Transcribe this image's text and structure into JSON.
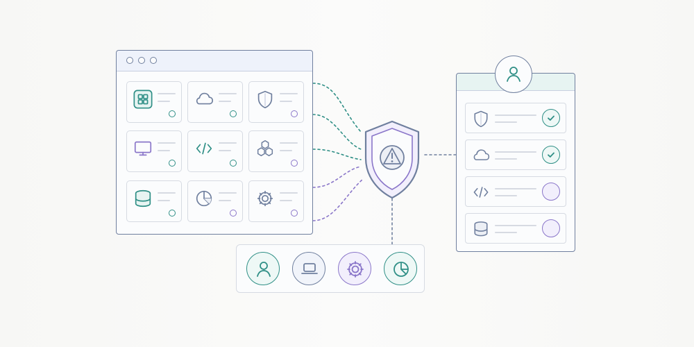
{
  "icons": {
    "window_tiles": [
      "grid-icon",
      "cloud-icon",
      "shield-icon",
      "monitor-icon",
      "code-icon",
      "cubes-icon",
      "database-icon",
      "pie-chart-icon",
      "gear-icon"
    ],
    "shield": "warning-icon",
    "bottom_bar": [
      "user-icon",
      "laptop-icon",
      "gear-icon",
      "pie-chart-icon"
    ],
    "card_avatar": "user-icon",
    "card_rows": [
      "shield-icon",
      "cloud-icon",
      "code-icon",
      "database-icon"
    ]
  },
  "colors": {
    "navy": "#6f7f9e",
    "teal": "#2f8f86",
    "purple": "#8a76c9",
    "teal_bg": "#e7f4f2",
    "purple_bg": "#f2effc",
    "window_header": "#eef2fb",
    "tile_border": "#d6dae2"
  },
  "status": {
    "card_rows": [
      "checked",
      "checked",
      "pending",
      "pending"
    ]
  }
}
